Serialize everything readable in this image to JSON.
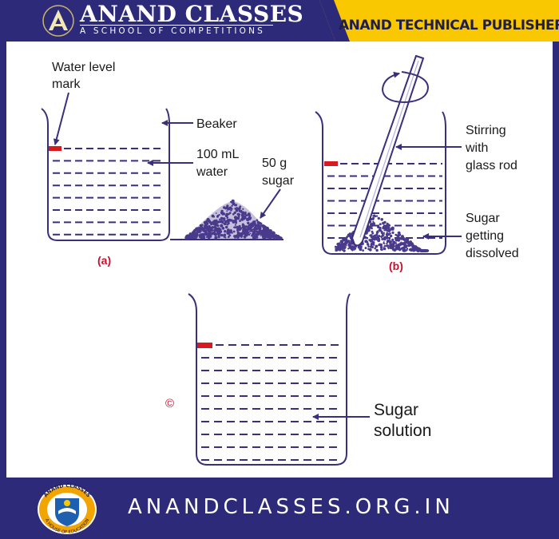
{
  "header": {
    "brand_title": "ANAND CLASSES",
    "brand_tagline": "A SCHOOL OF COMPETITIONS",
    "publisher": "ANAND TECHNICAL PUBLISHERS"
  },
  "diagram": {
    "panel_a": {
      "label_water_level": [
        "Water level",
        "mark"
      ],
      "label_beaker": "Beaker",
      "label_water": [
        "100 mL",
        "water"
      ],
      "label_sugar": [
        "50 g",
        "sugar"
      ],
      "caption": "(a)"
    },
    "panel_b": {
      "label_stirring": [
        "Stirring",
        "with",
        "glass rod"
      ],
      "label_dissolving": [
        "Sugar",
        "getting",
        "dissolved"
      ],
      "caption": "(b)"
    },
    "panel_c": {
      "label_solution": [
        "Sugar",
        "solution"
      ],
      "copyright": "©"
    }
  },
  "footer": {
    "emblem_text_top": "ANAND CLASSES",
    "emblem_text_bottom": "A HOUSE OF EDUCATION",
    "url": "ANANDCLASSES.ORG.IN"
  },
  "colors": {
    "navy": "#2d2a7a",
    "yellow": "#f9c800",
    "water_dash": "#3a2f7c",
    "level_mark": "#d71920",
    "sugar": "#4a3a8c",
    "caption_red": "#c8102e"
  }
}
